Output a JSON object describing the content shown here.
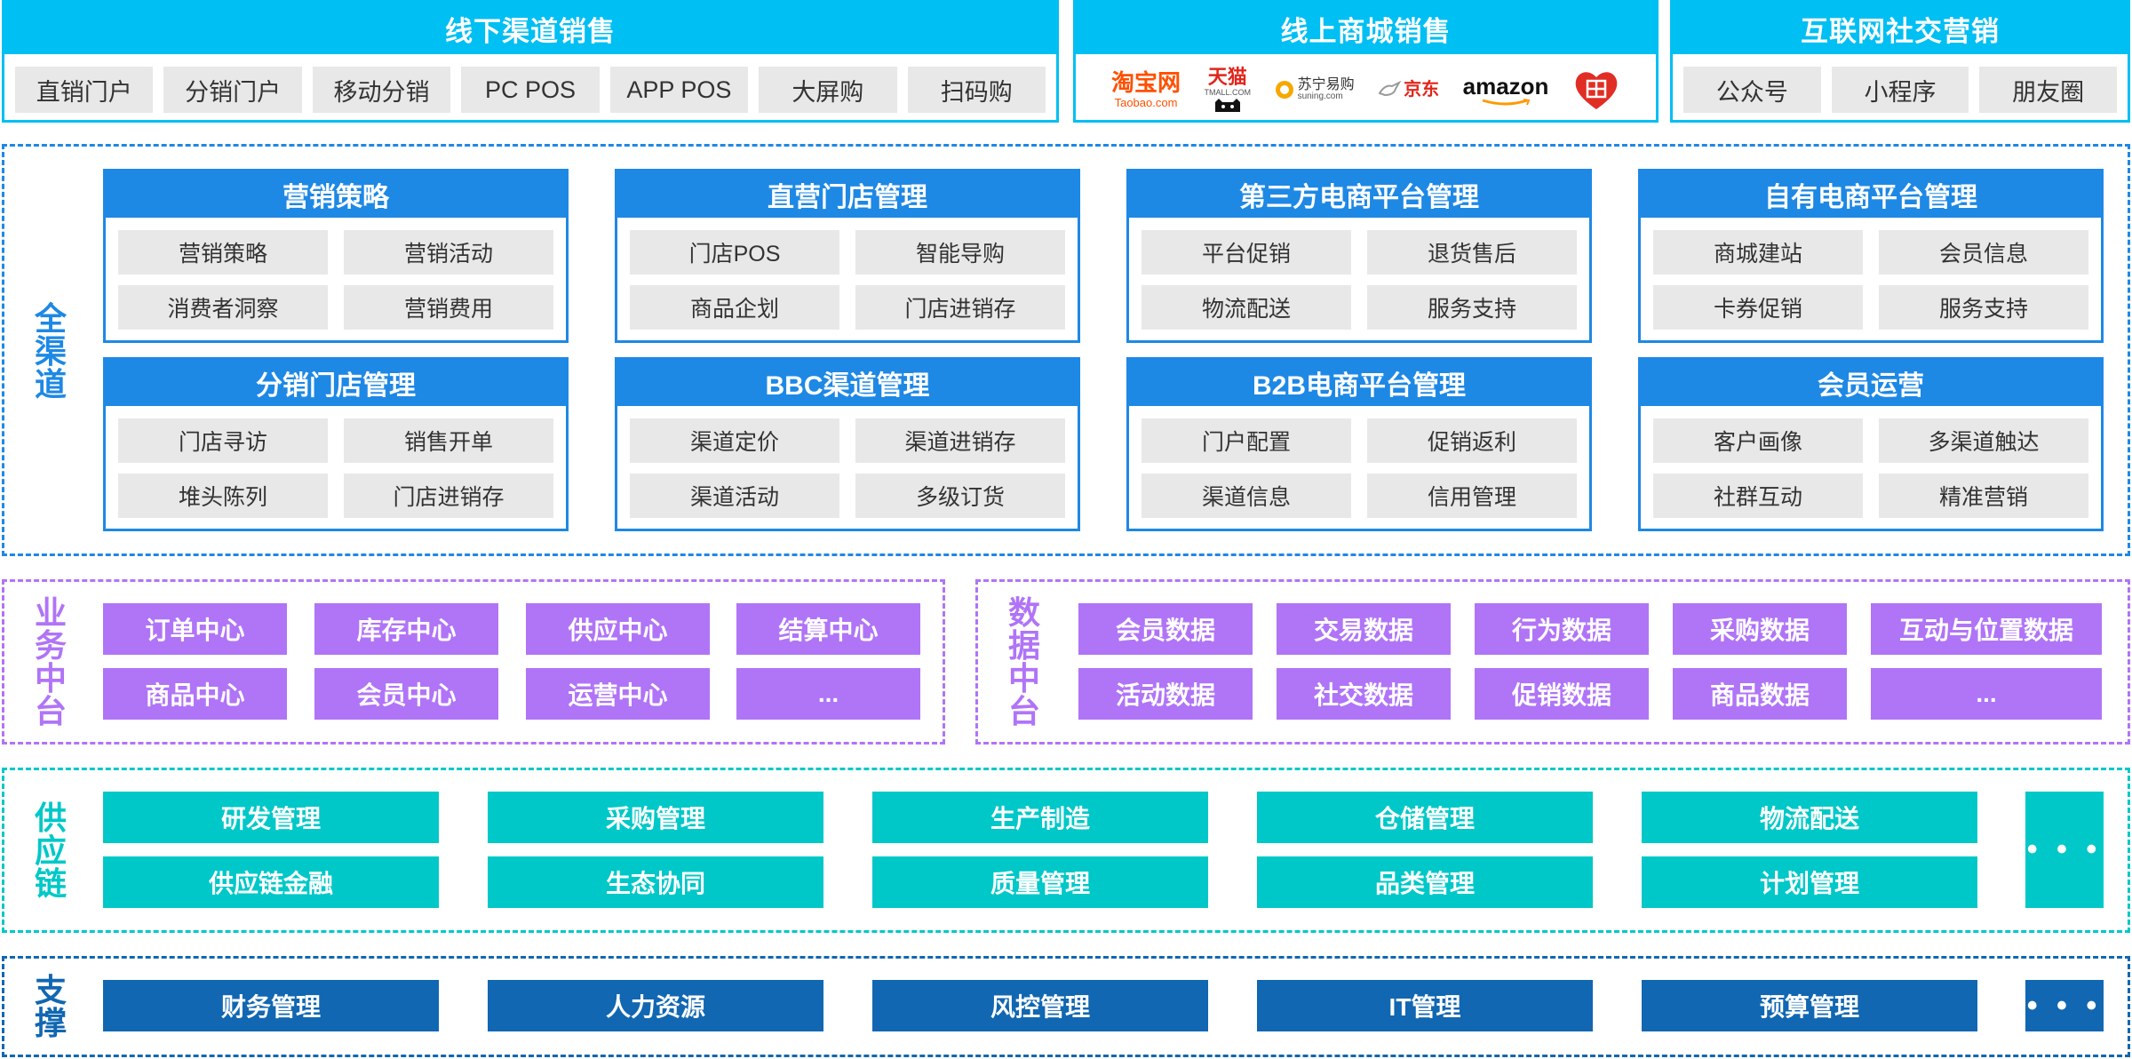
{
  "colors": {
    "cyan": "#00BFF3",
    "blue": "#1E88E5",
    "purple": "#B074F7",
    "teal": "#00C8C8",
    "navy": "#1167B1",
    "gray_item": "#E8E8E8"
  },
  "top": {
    "offline": {
      "title": "线下渠道销售",
      "items": [
        "直销门户",
        "分销门户",
        "移动分销",
        "PC POS",
        "APP POS",
        "大屏购",
        "扫码购"
      ]
    },
    "online": {
      "title": "线上商城销售",
      "logos": {
        "taobao_main": "淘宝网",
        "taobao_sub": "Taobao.com",
        "tmall_main": "天猫",
        "tmall_sub": "TMALL.COM",
        "suning_main": "苏宁易购",
        "suning_sub": "suning.com",
        "jd": "京东",
        "amazon": "amazon",
        "pdd_icon": "pinduoduo-icon"
      }
    },
    "social": {
      "title": "互联网社交营销",
      "items": [
        "公众号",
        "小程序",
        "朋友圈"
      ]
    }
  },
  "omni": {
    "label": "全渠道",
    "cards": [
      {
        "title": "营销策略",
        "items": [
          "营销策略",
          "营销活动",
          "消费者洞察",
          "营销费用"
        ]
      },
      {
        "title": "直营门店管理",
        "items": [
          "门店POS",
          "智能导购",
          "商品企划",
          "门店进销存"
        ]
      },
      {
        "title": "第三方电商平台管理",
        "items": [
          "平台促销",
          "退货售后",
          "物流配送",
          "服务支持"
        ]
      },
      {
        "title": "自有电商平台管理",
        "items": [
          "商城建站",
          "会员信息",
          "卡券促销",
          "服务支持"
        ]
      },
      {
        "title": "分销门店管理",
        "items": [
          "门店寻访",
          "销售开单",
          "堆头陈列",
          "门店进销存"
        ]
      },
      {
        "title": "BBC渠道管理",
        "items": [
          "渠道定价",
          "渠道进销存",
          "渠道活动",
          "多级订货"
        ]
      },
      {
        "title": "B2B电商平台管理",
        "items": [
          "门户配置",
          "促销返利",
          "渠道信息",
          "信用管理"
        ]
      },
      {
        "title": "会员运营",
        "items": [
          "客户画像",
          "多渠道触达",
          "社群互动",
          "精准营销"
        ]
      }
    ]
  },
  "business": {
    "label": "业务中台",
    "items": [
      "订单中心",
      "库存中心",
      "供应中心",
      "结算中心",
      "商品中心",
      "会员中心",
      "运营中心",
      "..."
    ]
  },
  "data_platform": {
    "label": "数据中台",
    "items": [
      "会员数据",
      "交易数据",
      "行为数据",
      "采购数据",
      "互动与位置数据",
      "活动数据",
      "社交数据",
      "促销数据",
      "商品数据",
      "..."
    ]
  },
  "supply": {
    "label": "供应链",
    "items": [
      "研发管理",
      "采购管理",
      "生产制造",
      "仓储管理",
      "物流配送",
      "供应链金融",
      "生态协同",
      "质量管理",
      "品类管理",
      "计划管理"
    ],
    "more": "• • •"
  },
  "support": {
    "label": "支撑",
    "items": [
      "财务管理",
      "人力资源",
      "风控管理",
      "IT管理",
      "预算管理"
    ],
    "more": "• • •"
  }
}
